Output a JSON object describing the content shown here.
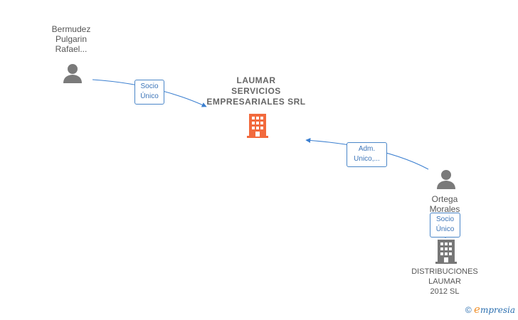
{
  "nodes": {
    "person1": {
      "name_lines": [
        "Bermudez",
        "Pulgarin",
        "Rafael..."
      ]
    },
    "company_main": {
      "name_lines": [
        "LAUMAR",
        "SERVICIOS",
        "EMPRESARIALES SRL"
      ],
      "color": "#f26a3d"
    },
    "person2": {
      "name_lines": [
        "Ortega",
        "Morales"
      ]
    },
    "company2": {
      "name_lines": [
        "DISTRIBUCIONES",
        "LAUMAR",
        "2012 SL"
      ],
      "color": "#777777"
    }
  },
  "edges": {
    "e1": {
      "label_lines": [
        "Socio",
        "Único"
      ]
    },
    "e2": {
      "label_lines": [
        "Adm.",
        "Unico,..."
      ]
    },
    "e3": {
      "label_lines": [
        "Socio",
        "Único"
      ]
    }
  },
  "colors": {
    "edge": "#3b7fd0",
    "person": "#7a7a7a"
  },
  "footer": {
    "copyright": "©",
    "brand_initial": "e",
    "brand_rest": "mpresia"
  }
}
